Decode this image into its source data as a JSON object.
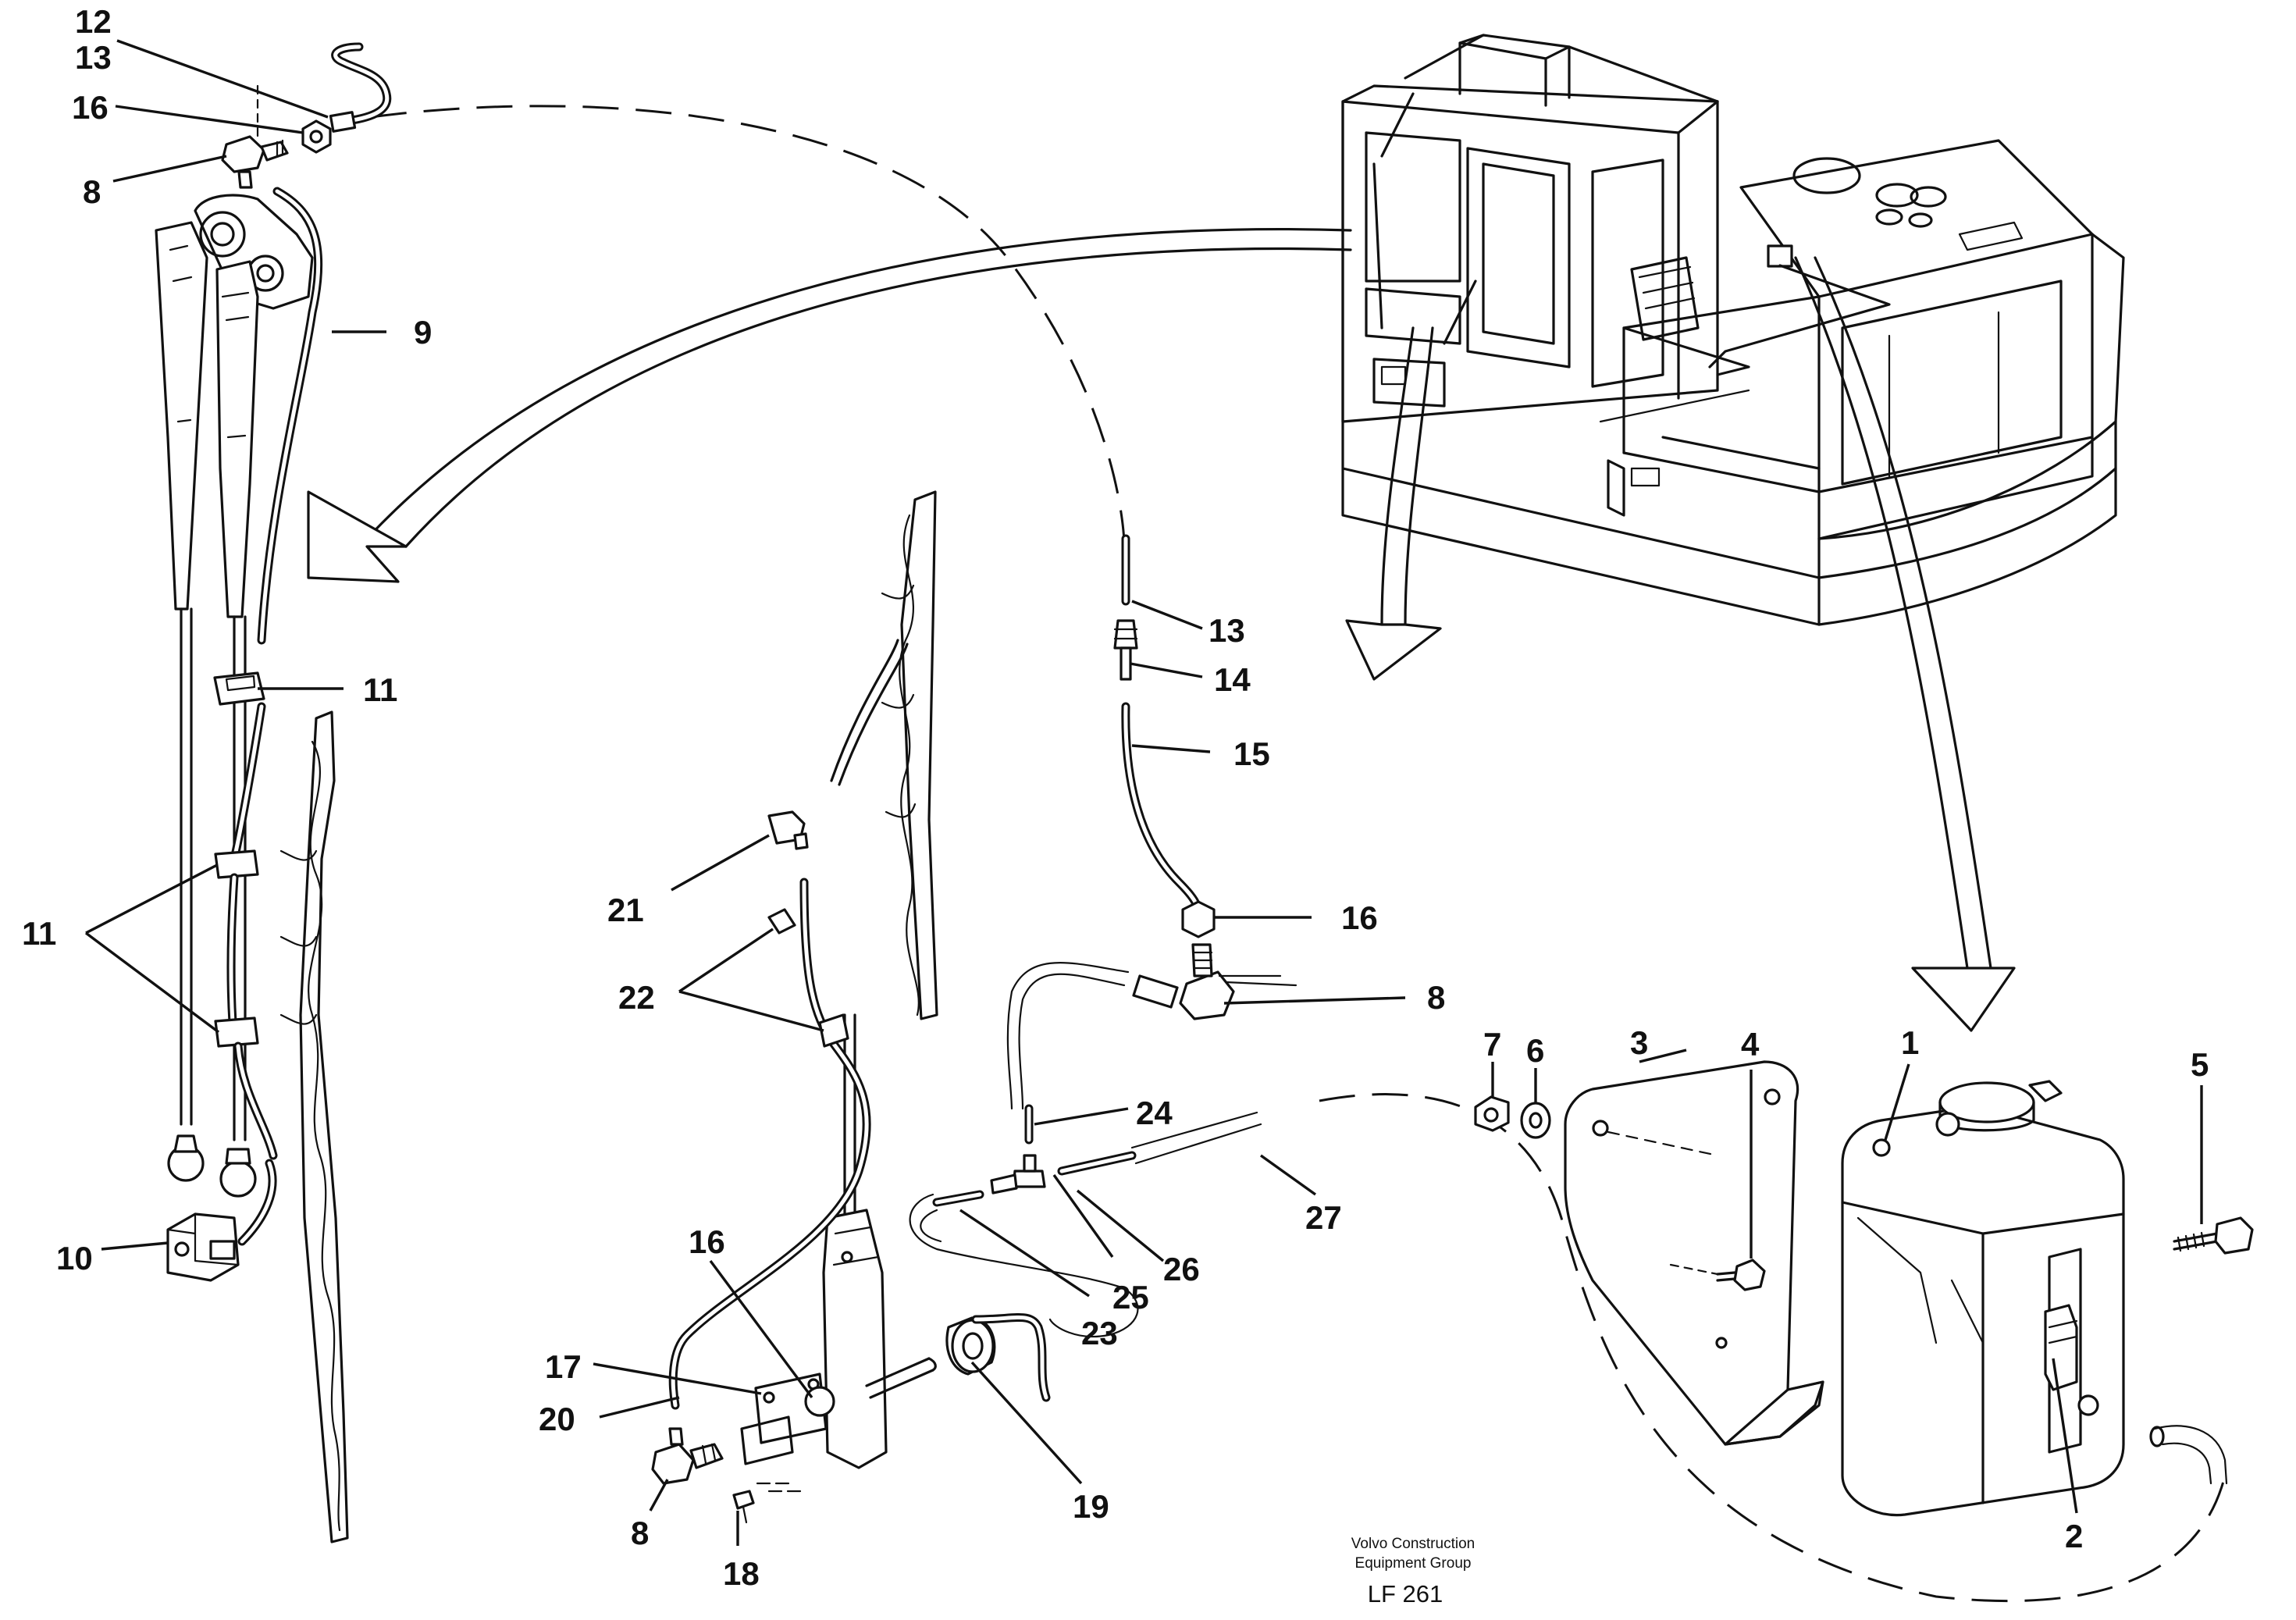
{
  "credit": {
    "line1": "Volvo Construction",
    "line2": "Equipment Group",
    "code": "LF 261"
  },
  "callouts": {
    "c12": "12",
    "c13a": "13",
    "c16a": "16",
    "c8a": "8",
    "c9": "9",
    "c11a": "11",
    "c11b": "11",
    "c10": "10",
    "c13b": "13",
    "c14": "14",
    "c15": "15",
    "c16b": "16",
    "c8b": "8",
    "c21": "21",
    "c22": "22",
    "c24": "24",
    "c27": "27",
    "c26": "26",
    "c25": "25",
    "c23": "23",
    "c16c": "16",
    "c17": "17",
    "c20": "20",
    "c19": "19",
    "c8c": "8",
    "c18": "18",
    "c7": "7",
    "c6": "6",
    "c3": "3",
    "c4": "4",
    "c1": "1",
    "c5": "5",
    "c2": "2"
  }
}
